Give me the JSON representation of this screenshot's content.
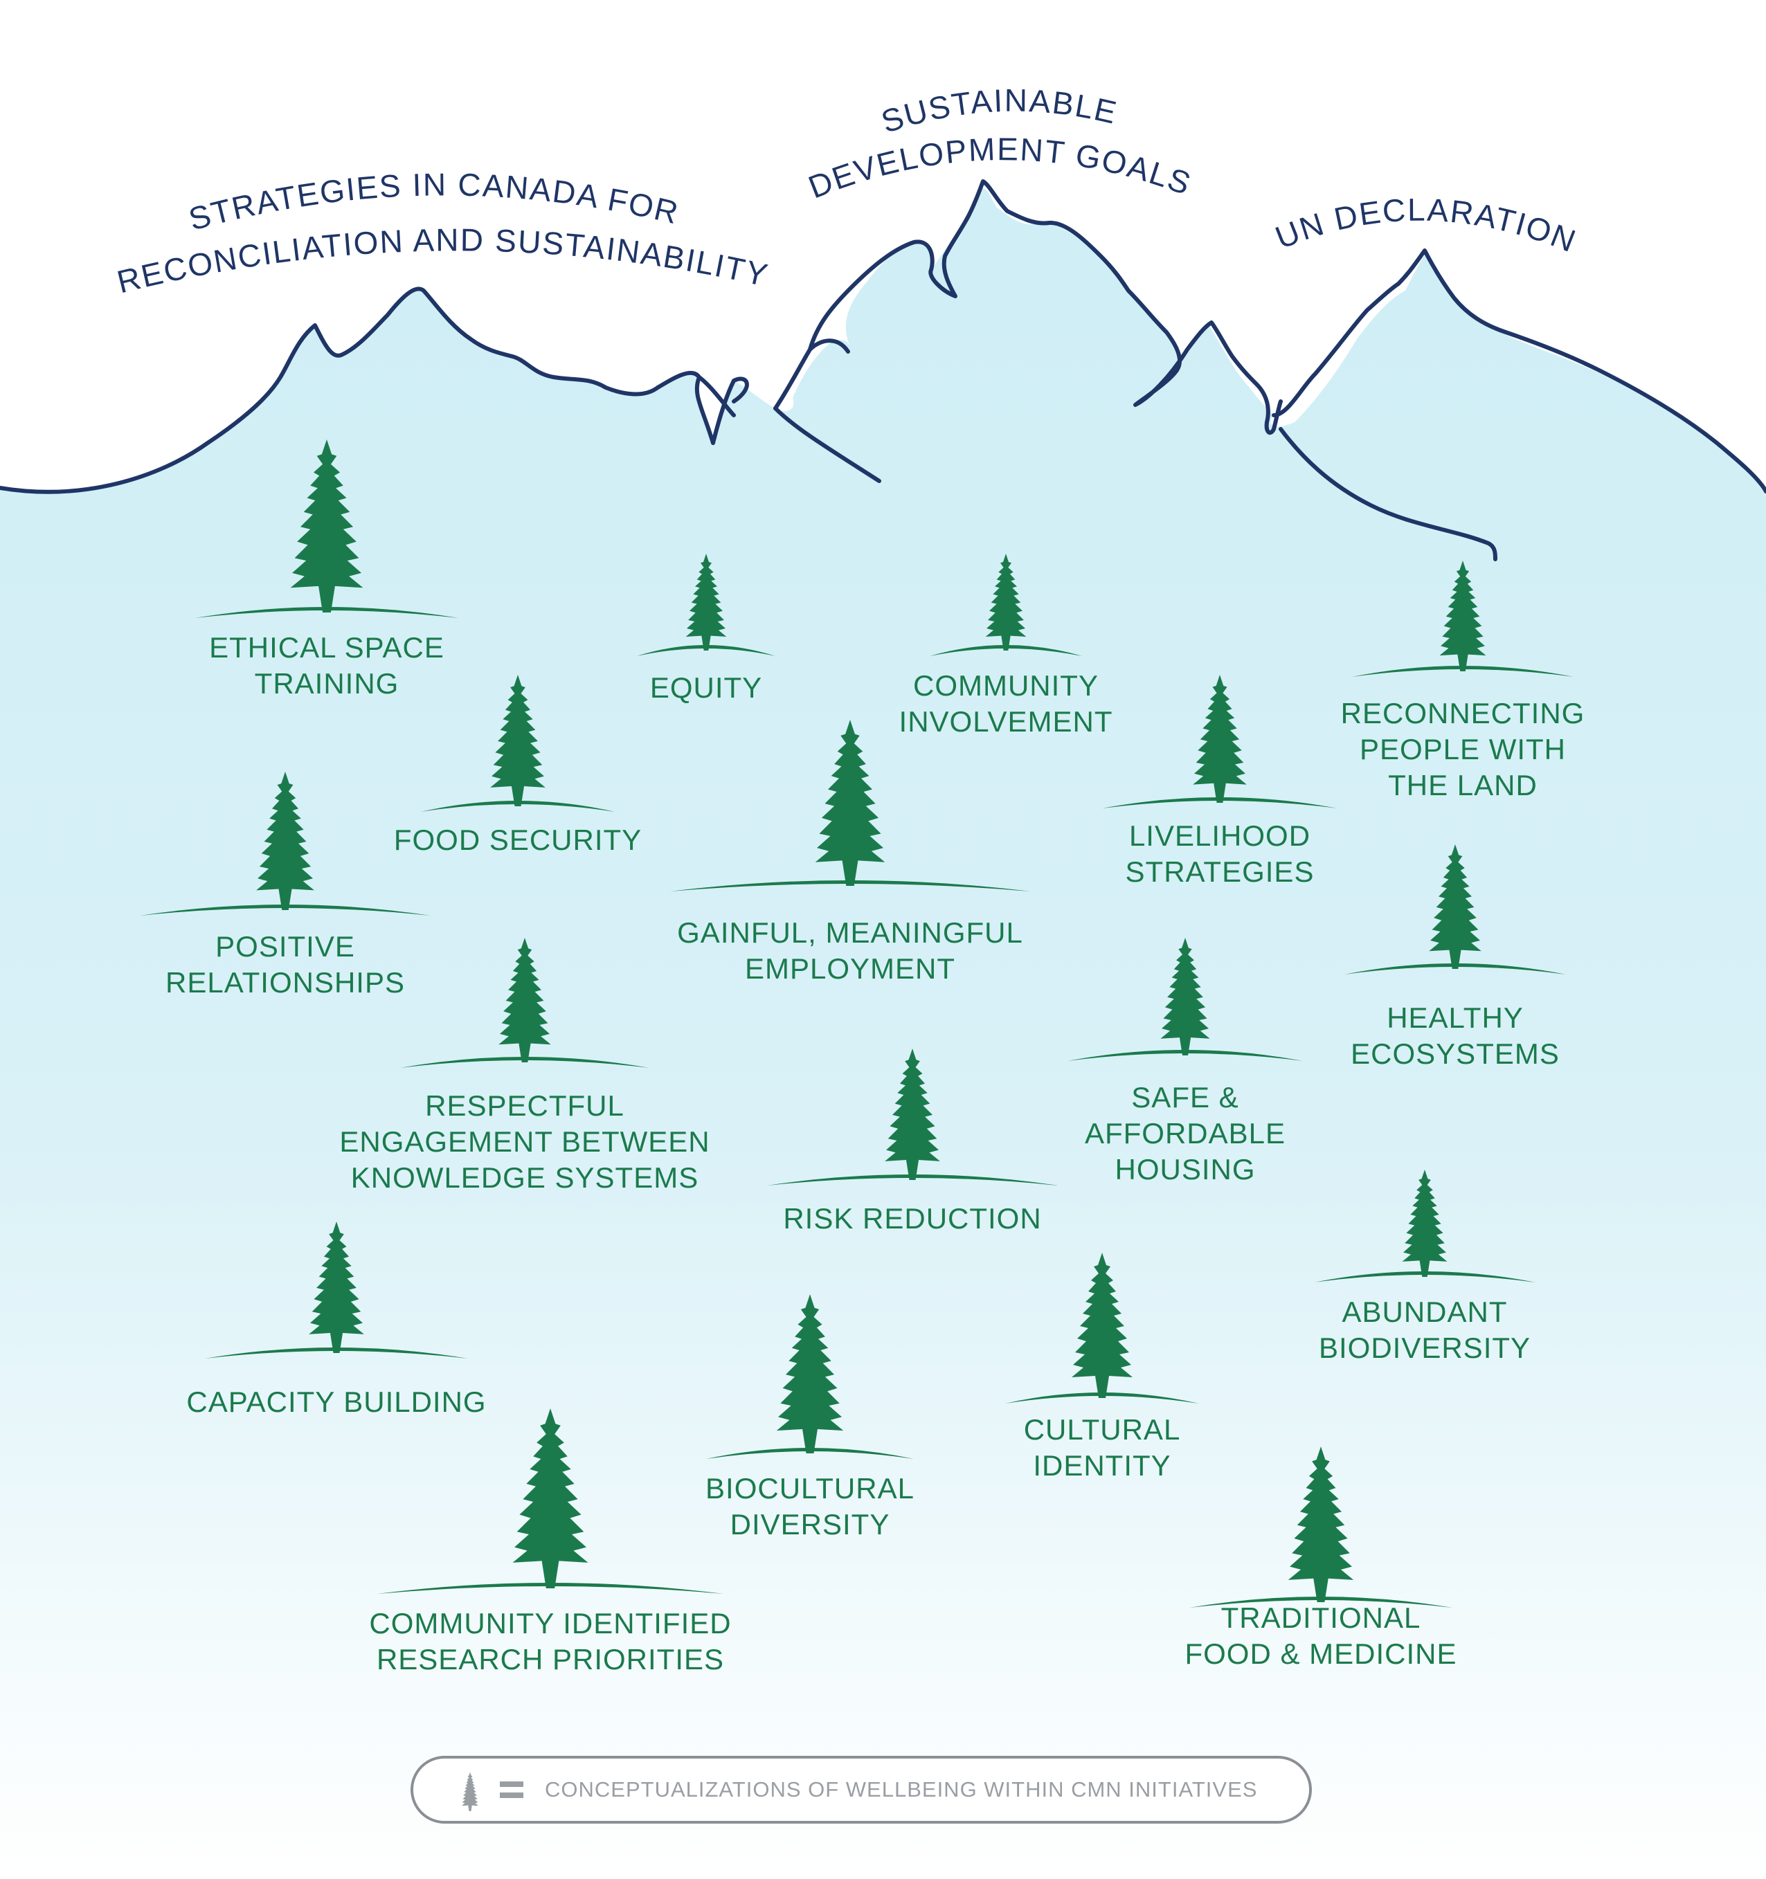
{
  "frameworks": [
    {
      "id": "canada",
      "lines": [
        "STRATEGIES IN CANADA FOR",
        "RECONCILIATION AND SUSTAINABILITY"
      ]
    },
    {
      "id": "sdg",
      "lines": [
        "SUSTAINABLE",
        "DEVELOPMENT GOALS"
      ]
    },
    {
      "id": "un",
      "lines": [
        "UN DECLARATION"
      ]
    }
  ],
  "concepts": [
    {
      "lines": [
        "ETHICAL SPACE",
        "TRAINING"
      ]
    },
    {
      "lines": [
        "EQUITY"
      ]
    },
    {
      "lines": [
        "COMMUNITY",
        "INVOLVEMENT"
      ]
    },
    {
      "lines": [
        "RECONNECTING",
        "PEOPLE WITH",
        "THE LAND"
      ]
    },
    {
      "lines": [
        "FOOD SECURITY"
      ]
    },
    {
      "lines": [
        "LIVELIHOOD",
        "STRATEGIES"
      ]
    },
    {
      "lines": [
        "POSITIVE",
        "RELATIONSHIPS"
      ]
    },
    {
      "lines": [
        "GAINFUL, MEANINGFUL",
        "EMPLOYMENT"
      ]
    },
    {
      "lines": [
        "HEALTHY",
        "ECOSYSTEMS"
      ]
    },
    {
      "lines": [
        "RESPECTFUL",
        "ENGAGEMENT BETWEEN",
        "KNOWLEDGE SYSTEMS"
      ]
    },
    {
      "lines": [
        "SAFE &",
        "AFFORDABLE",
        "HOUSING"
      ]
    },
    {
      "lines": [
        "RISK REDUCTION"
      ]
    },
    {
      "lines": [
        "ABUNDANT",
        "BIODIVERSITY"
      ]
    },
    {
      "lines": [
        "CAPACITY BUILDING"
      ]
    },
    {
      "lines": [
        "CULTURAL",
        "IDENTITY"
      ]
    },
    {
      "lines": [
        "BIOCULTURAL",
        "DIVERSITY"
      ]
    },
    {
      "lines": [
        "COMMUNITY IDENTIFIED",
        "RESEARCH PRIORITIES"
      ]
    },
    {
      "lines": [
        "TRADITIONAL",
        "FOOD & MEDICINE"
      ]
    }
  ],
  "legend": {
    "icon": "tree-icon",
    "equals": "equals-icon",
    "label": "CONCEPTUALIZATIONS OF WELLBEING WITHIN CMN INITIATIVES"
  },
  "colors": {
    "outline": "#1f3566",
    "tree": "#1b7a4c",
    "sky_top": "#cfeef6",
    "sky_bottom": "#ffffff",
    "legend_gray": "#9a9ea3"
  }
}
